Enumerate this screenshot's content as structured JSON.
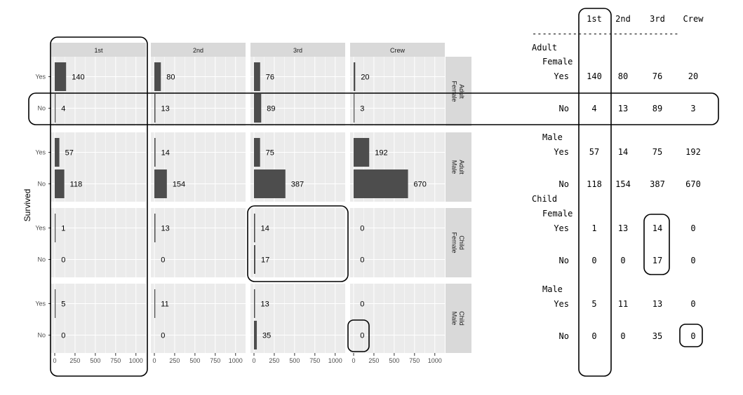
{
  "chart_data": [
    {
      "type": "bar",
      "orientation": "horizontal",
      "title": "",
      "xlabel": "",
      "ylabel": "Survived",
      "xlim": [
        0,
        1080
      ],
      "x_ticks": [
        "0",
        "250",
        "500",
        "750",
        "1000"
      ],
      "x_tick_values": [
        0,
        250,
        500,
        750,
        1000
      ],
      "grid": true,
      "facet_columns": [
        "1st",
        "2nd",
        "3rd",
        "Crew"
      ],
      "facet_rows": [
        {
          "label_top": "Adult",
          "label_bottom": "Female"
        },
        {
          "label_top": "Adult",
          "label_bottom": "Male"
        },
        {
          "label_top": "Child",
          "label_bottom": "Female"
        },
        {
          "label_top": "Child",
          "label_bottom": "Male"
        }
      ],
      "categories": [
        "Yes",
        "No"
      ],
      "values": [
        [
          [
            140,
            4
          ],
          [
            80,
            13
          ],
          [
            76,
            89
          ],
          [
            20,
            3
          ]
        ],
        [
          [
            57,
            118
          ],
          [
            14,
            154
          ],
          [
            75,
            387
          ],
          [
            192,
            670
          ]
        ],
        [
          [
            1,
            0
          ],
          [
            13,
            0
          ],
          [
            14,
            17
          ],
          [
            0,
            0
          ]
        ],
        [
          [
            5,
            0
          ],
          [
            11,
            0
          ],
          [
            13,
            35
          ],
          [
            0,
            0
          ]
        ]
      ],
      "bar_color": "#4d4d4d"
    },
    {
      "type": "table",
      "columns": [
        "1st",
        "2nd",
        "3rd",
        "Crew"
      ],
      "groups": [
        {
          "age": "Adult",
          "sex": "Female",
          "rows": [
            {
              "label": "Yes",
              "values": [
                "140",
                "80",
                "76",
                "20"
              ]
            },
            {
              "label": "No",
              "values": [
                "4",
                "13",
                "89",
                "3"
              ]
            }
          ]
        },
        {
          "age": "",
          "sex": "Male",
          "rows": [
            {
              "label": "Yes",
              "values": [
                "57",
                "14",
                "75",
                "192"
              ]
            },
            {
              "label": "No",
              "values": [
                "118",
                "154",
                "387",
                "670"
              ]
            }
          ]
        },
        {
          "age": "Child",
          "sex": "Female",
          "rows": [
            {
              "label": "Yes",
              "values": [
                "1",
                "13",
                "14",
                "0"
              ]
            },
            {
              "label": "No",
              "values": [
                "0",
                "0",
                "17",
                "0"
              ]
            }
          ]
        },
        {
          "age": "",
          "sex": "Male",
          "rows": [
            {
              "label": "Yes",
              "values": [
                "5",
                "11",
                "13",
                "0"
              ]
            },
            {
              "label": "No",
              "values": [
                "0",
                "0",
                "35",
                "0"
              ]
            }
          ]
        }
      ],
      "separator": "-----------------------------"
    }
  ],
  "colors": {
    "panel_background": "#ebebeb",
    "strip_background": "#d9d9d9",
    "grid": "#ffffff",
    "highlight_outline": "#000000"
  }
}
